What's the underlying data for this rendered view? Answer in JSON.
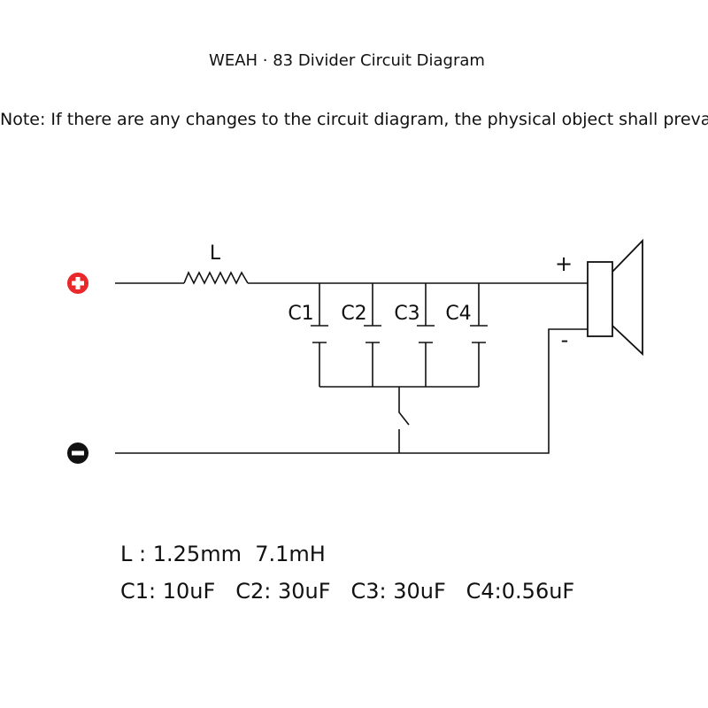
{
  "title": "WEAH · 83 Divider Circuit Diagram",
  "note": "Note: If there are any changes to the circuit diagram, the physical object shall prevail",
  "diagram": {
    "inductor_label": "L",
    "capacitor_labels": [
      "C1",
      "C2",
      "C3",
      "C4"
    ],
    "speaker_plus": "+",
    "speaker_minus": "-",
    "positive_terminal_color": "#e8282b",
    "negative_terminal_color": "#111111"
  },
  "specs": {
    "inductor_label": "L",
    "inductor_sep": ":",
    "inductor_wire": "1.25mm",
    "inductor_value": "7.1mH",
    "capacitors": [
      {
        "name": "C1:",
        "value": "10uF"
      },
      {
        "name": "C2:",
        "value": "30uF"
      },
      {
        "name": "C3:",
        "value": "30uF"
      },
      {
        "name": "C4:",
        "value": "0.56uF"
      }
    ]
  }
}
